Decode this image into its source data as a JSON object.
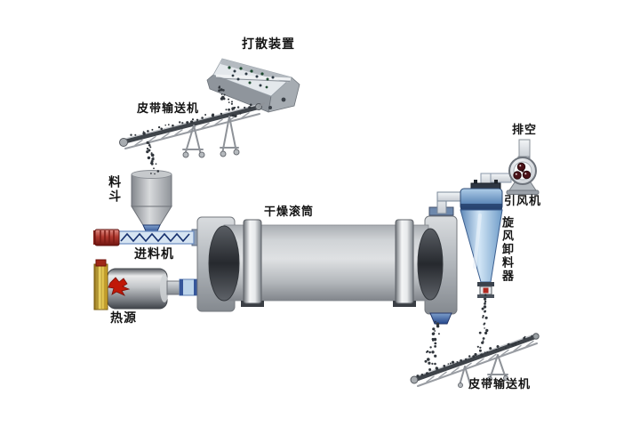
{
  "figure": {
    "type": "process-flow-diagram",
    "subject": "rotary drum dryer production line"
  },
  "labels": {
    "scatter_device": "打散装置",
    "belt_conveyor_feed": "皮带输送机",
    "hopper": "料斗",
    "screw_feeder": "进料机",
    "heat_source": "热源",
    "drying_drum": "干燥滚筒",
    "exhaust": "排空",
    "induced_draft_fan": "引风机",
    "cyclone_discharger": "旋风卸料器",
    "belt_conveyor_discharge": "皮带输送机"
  },
  "colors": {
    "background": "#ffffff",
    "label_text": "#141414",
    "equipment_gray": "#b7bbc0",
    "equipment_dark": "#55595f",
    "drum_gray": "#cfd2d5",
    "cyclone_blue": "#6f9cc8",
    "cyclone_light_blue": "#d2e6f6",
    "feeder_screw_blue": "#16306e",
    "pipe_blue": "#bcd4ea",
    "motor_red": "#b23a30",
    "flame_red": "#c01808",
    "heat_yellow": "#e8c838",
    "fan_blade_maroon": "#4a1218",
    "material_dot": "#31363c"
  }
}
